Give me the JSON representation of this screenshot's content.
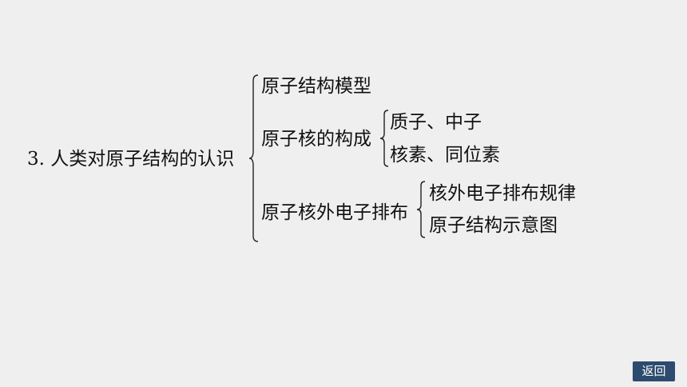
{
  "outline": {
    "root": "3. 人类对原子结构的认识",
    "branch1": "原子结构模型",
    "branch2": "原子核的构成",
    "branch2_items": [
      "质子、中子",
      "核素、同位素"
    ],
    "branch3": "原子核外电子排布",
    "branch3_items": [
      "核外电子排布规律",
      "原子结构示意图"
    ]
  },
  "nav": {
    "back_label": "返回"
  }
}
